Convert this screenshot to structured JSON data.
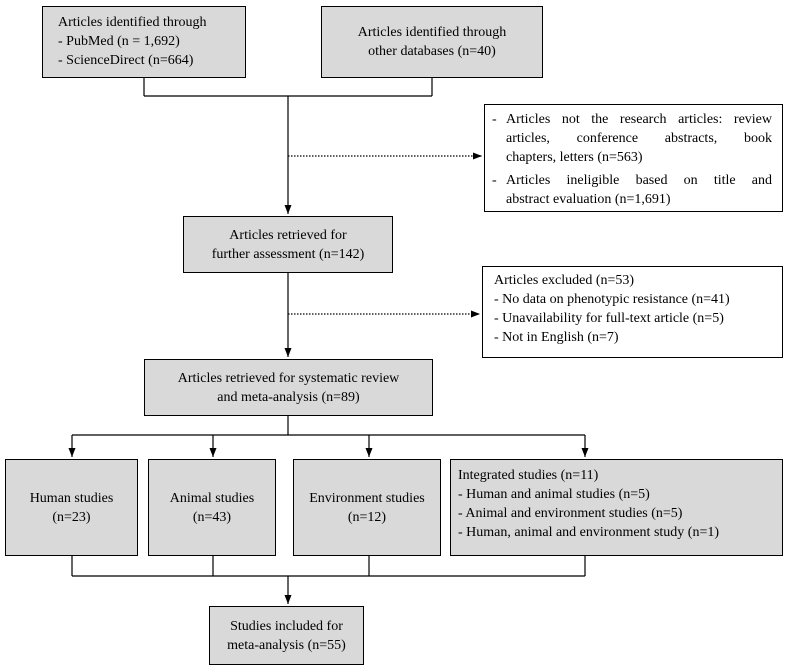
{
  "identified_db": {
    "title": "Articles identified through",
    "items": [
      "- PubMed (n = 1,692)",
      "- ScienceDirect (n=664)"
    ]
  },
  "identified_other": {
    "lines": [
      "Articles identified through",
      "other databases (n=40)"
    ]
  },
  "excluded_first": {
    "item1": {
      "bullet": "-",
      "lines": [
        "Articles not the research articles: review",
        "articles, conference abstracts, book",
        "chapters, letters (n=563)"
      ]
    },
    "item2": {
      "bullet": "-",
      "lines": [
        "Articles ineligible based on title and",
        "abstract evaluation (n=1,691)"
      ]
    }
  },
  "retrieved_assessment": {
    "lines": [
      "Articles retrieved for",
      "further assessment (n=142)"
    ]
  },
  "excluded_second": {
    "title": "Articles excluded (n=53)",
    "items": [
      "- No data on phenotypic resistance (n=41)",
      "- Unavailability for full-text article (n=5)",
      "- Not in English (n=7)"
    ]
  },
  "retrieved_review": {
    "lines": [
      "Articles retrieved for systematic review",
      "and meta-analysis (n=89)"
    ]
  },
  "human": {
    "lines": [
      "Human studies",
      "(n=23)"
    ]
  },
  "animal": {
    "lines": [
      "Animal studies",
      "(n=43)"
    ]
  },
  "environment": {
    "lines": [
      "Environment studies",
      "(n=12)"
    ]
  },
  "integrated": {
    "title": "Integrated studies (n=11)",
    "items": [
      "- Human and animal studies (n=5)",
      "- Animal and environment studies (n=5)",
      "- Human, animal and environment study (n=1)"
    ]
  },
  "included": {
    "lines": [
      "Studies included for",
      "meta-analysis (n=55)"
    ]
  }
}
